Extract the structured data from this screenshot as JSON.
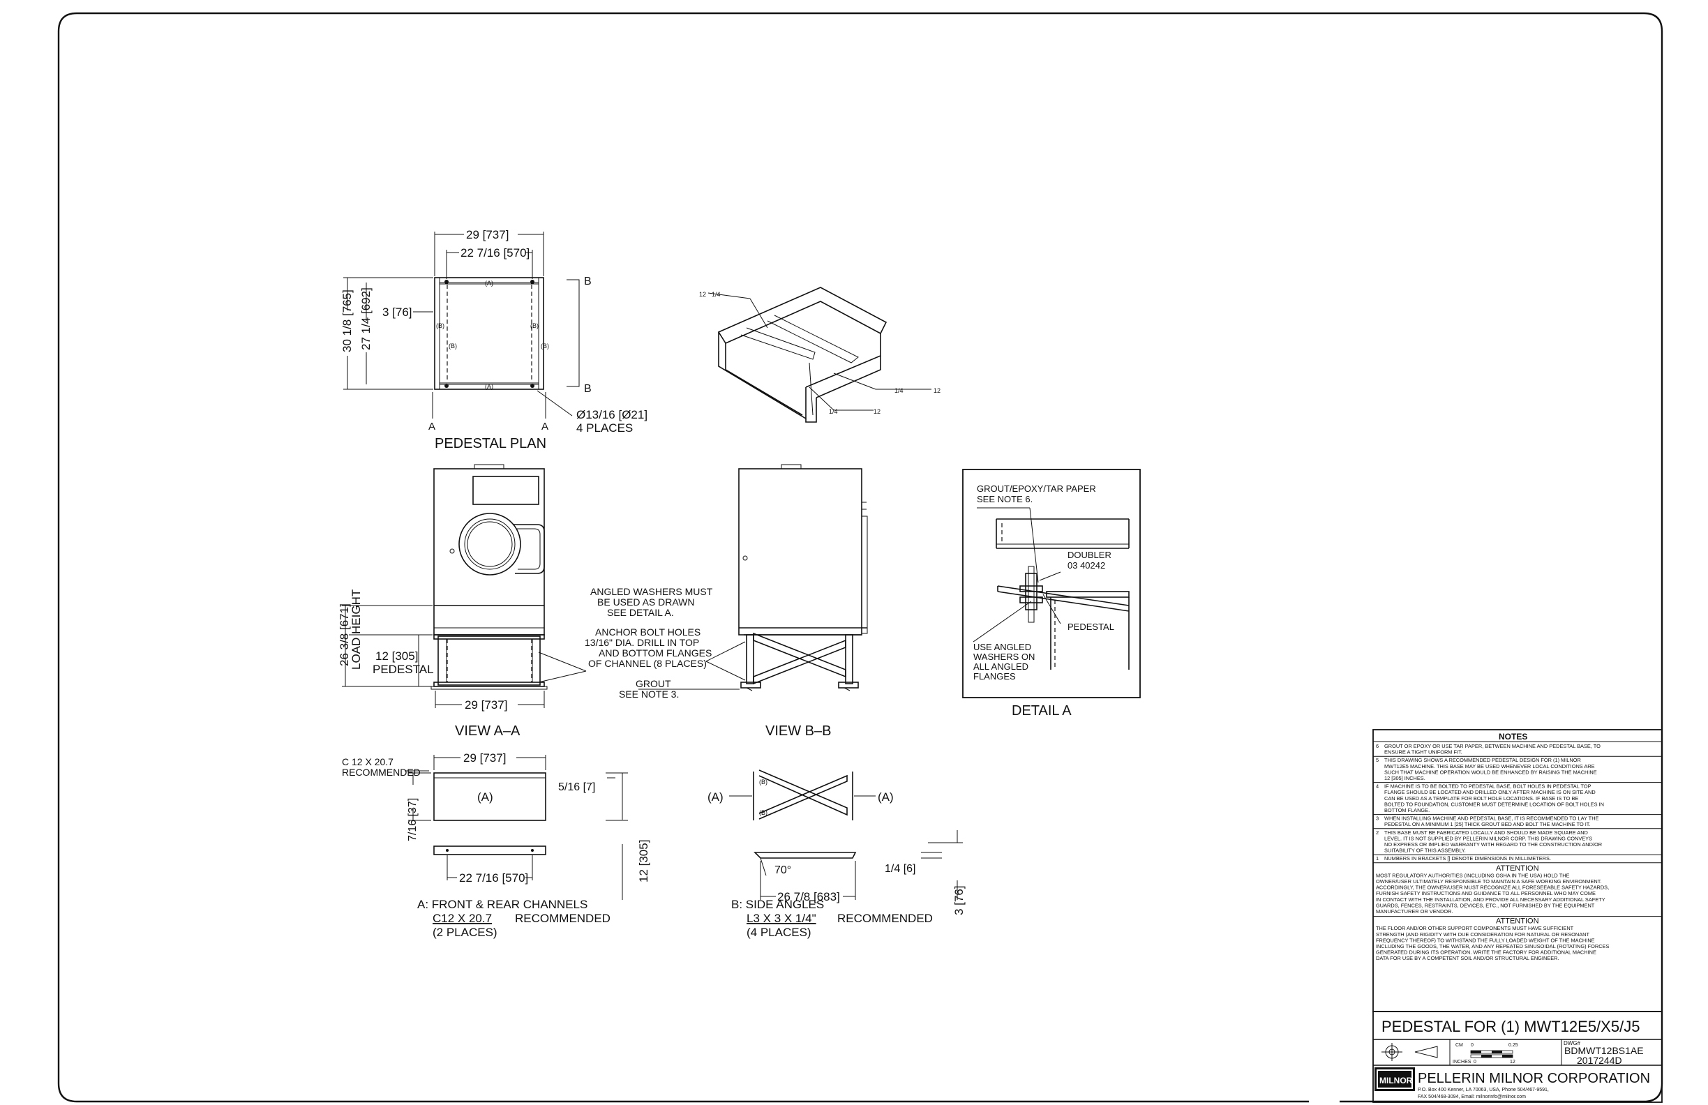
{
  "plan": {
    "title": "PEDESTAL PLAN",
    "dim_width_overall": "29 [737]",
    "dim_width_inner": "22 7/16 [570]",
    "dim_depth_overall": "30 1/8 [765]",
    "dim_depth_inner": "27 1/4 [692]",
    "dim_offset": "3 [76]",
    "hole_note_line1": "Ø13/16 [Ø21]",
    "hole_note_line2": "4 PLACES",
    "section_a": "A",
    "section_b": "B",
    "callout_a": "(A)",
    "callout_b": "(B)"
  },
  "view_aa": {
    "title": "VIEW A–A",
    "load_height": "26 3/8 [671]",
    "load_height_label": "LOAD HEIGHT",
    "pedestal_height": "12 [305]",
    "pedestal_label": "PEDESTAL",
    "base_width": "29 [737]"
  },
  "view_bb": {
    "title": "VIEW B–B",
    "note_washers": [
      "ANGLED WASHERS MUST",
      "BE USED AS DRAWN",
      "SEE DETAIL A."
    ],
    "note_bolts": [
      "ANCHOR BOLT HOLES",
      "13/16\" DIA. DRILL IN TOP",
      "AND BOTTOM FLANGES",
      "OF CHANNEL (8 PLACES)"
    ],
    "note_grout": [
      "GROUT",
      "SEE NOTE 3."
    ]
  },
  "detail_a": {
    "title": "DETAIL A",
    "grout": [
      "GROUT/EPOXY/TAR PAPER",
      "SEE NOTE 6."
    ],
    "doubler": [
      "DOUBLER",
      "03 40242"
    ],
    "pedestal": "PEDESTAL",
    "washers": [
      "USE ANGLED",
      "WASHERS ON",
      "ALL ANGLED",
      "FLANGES"
    ]
  },
  "iso": {
    "weld": "1/4",
    "weld_dim": "12"
  },
  "channel": {
    "spec_line": "C 12 X 20.7",
    "spec_rec": "RECOMMENDED",
    "length": "29 [737]",
    "hole_spacing": "22 7/16 [570]",
    "flange": "7/16 [37]",
    "thickness": "5/16 [7]",
    "height": "12 [305]",
    "label": "(A)",
    "caption": "A: FRONT & REAR CHANNELS",
    "caption_spec": "C12 X 20.7",
    "caption_rec": "RECOMMENDED",
    "caption_qty": "(2 PLACES)"
  },
  "angle": {
    "left": "(A)",
    "right": "(A)",
    "angle": "70°",
    "length": "26 7/8 [683]",
    "thick": "1/4 [6]",
    "leg": "3 [76]",
    "caption": "B: SIDE ANGLES",
    "caption_spec": "L3 X 3 X 1/4\"",
    "caption_rec": "RECOMMENDED",
    "caption_qty": "(4 PLACES)",
    "callout_b": "(B)"
  },
  "notes": {
    "header": "NOTES",
    "items": [
      {
        "num": "6",
        "lines": [
          "GROUT OR EPOXY OR USE TAR PAPER, BETWEEN MACHINE AND PEDESTAL BASE, TO",
          "ENSURE A TIGHT UNIFORM FIT."
        ]
      },
      {
        "num": "5",
        "lines": [
          "THIS DRAWING SHOWS A RECOMMENDED PEDESTAL DESIGN FOR (1) MILNOR",
          "MWT12E5 MACHINE. THIS BASE MAY BE USED WHENEVER LOCAL CONDITIONS ARE",
          "SUCH THAT MACHINE OPERATION WOULD BE ENHANCED BY RAISING THE MACHINE",
          "12 [305] INCHES."
        ]
      },
      {
        "num": "4",
        "lines": [
          "IF MACHINE IS TO BE BOLTED TO PEDESTAL BASE, BOLT HOLES IN PEDESTAL TOP",
          "FLANGE SHOULD BE LOCATED AND DRILLED ONLY AFTER MACHINE IS ON SITE AND",
          "CAN BE USED AS A TEMPLATE FOR BOLT HOLE LOCATIONS. IF BASE IS TO BE",
          "BOLTED TO FOUNDATION, CUSTOMER MUST DETERMINE LOCATION OF BOLT HOLES IN",
          "BOTTOM FLANGE."
        ]
      },
      {
        "num": "3",
        "lines": [
          "WHEN INSTALLING MACHINE AND PEDESTAL BASE, IT IS RECOMMENDED TO LAY THE",
          "PEDESTAL ON A MINIMUM 1 [25] THICK GROUT BED AND BOLT THE MACHINE TO IT."
        ]
      },
      {
        "num": "2",
        "lines": [
          "THIS BASE MUST BE FABRICATED LOCALLY AND SHOULD BE MADE SQUARE AND",
          "LEVEL. IT IS NOT SUPPLIED BY PELLERIN MILNOR CORP. THIS DRAWING CONVEYS",
          "NO EXPRESS OR IMPLIED WARRANTY WITH REGARD TO THE CONSTRUCTION AND/OR",
          "SUITABILITY OF THIS ASSEMBLY."
        ]
      },
      {
        "num": "1",
        "lines": [
          "NUMBERS IN BRACKETS [] DENOTE DIMENSIONS IN MILLIMETERS."
        ]
      }
    ],
    "attention1_header": "ATTENTION",
    "attention1": [
      "MOST REGULATORY AUTHORITIES (INCLUDING OSHA IN THE USA) HOLD THE",
      "OWNER/USER ULTIMATELY RESPONSIBLE TO MAINTAIN A SAFE WORKING ENVIRONMENT.",
      "ACCORDINGLY, THE OWNER/USER MUST RECOGNIZE ALL FORESEEABLE SAFETY HAZARDS,",
      "FURNISH SAFETY INSTRUCTIONS AND GUIDANCE TO ALL PERSONNEL WHO MAY COME",
      "IN CONTACT WITH THE INSTALLATION, AND PROVIDE ALL NECESSARY ADDITIONAL SAFETY",
      "GUARDS, FENCES, RESTRAINTS, DEVICES, ETC., NOT FURNISHED BY THE EQUIPMENT",
      "MANUFACTURER OR VENDOR."
    ],
    "attention2_header": "ATTENTION",
    "attention2": [
      "THE FLOOR AND/OR OTHER SUPPORT COMPONENTS MUST HAVE SUFFICIENT",
      "STRENGTH (AND RIGIDITY WITH DUE CONSIDERATION FOR NATURAL OR RESONANT",
      "FREQUENCY THEREOF) TO WITHSTAND THE FULLY LOADED WEIGHT OF THE MACHINE",
      "INCLUDING THE GOODS, THE WATER, AND ANY REPEATED SINUSOIDAL (ROTATING) FORCES",
      "GENERATED DURING ITS OPERATION. WRITE THE FACTORY FOR ADDITIONAL MACHINE",
      "DATA FOR USE BY A COMPETENT SOIL AND/OR STRUCTURAL ENGINEER."
    ]
  },
  "title_block": {
    "title": "PEDESTAL FOR (1) MWT12E5/X5/J5",
    "scale_cm": "CM",
    "scale_0": "0",
    "scale_025": "0.25",
    "scale_inches": "INCHES",
    "scale_i0": "0",
    "scale_12": "12",
    "dwg_label": "DWG#",
    "dwg_number": "BDMWT12BS1AE",
    "dwg_date": "2017244D",
    "logo": "MILNOR",
    "company": "PELLERIN MILNOR CORPORATION",
    "address1": "P.O. Box 400 Kenner, LA 70063, USA, Phone 504/467-9591,",
    "address2": "FAX 504/468-3094, Email: milnorinfo@milnor.com"
  }
}
